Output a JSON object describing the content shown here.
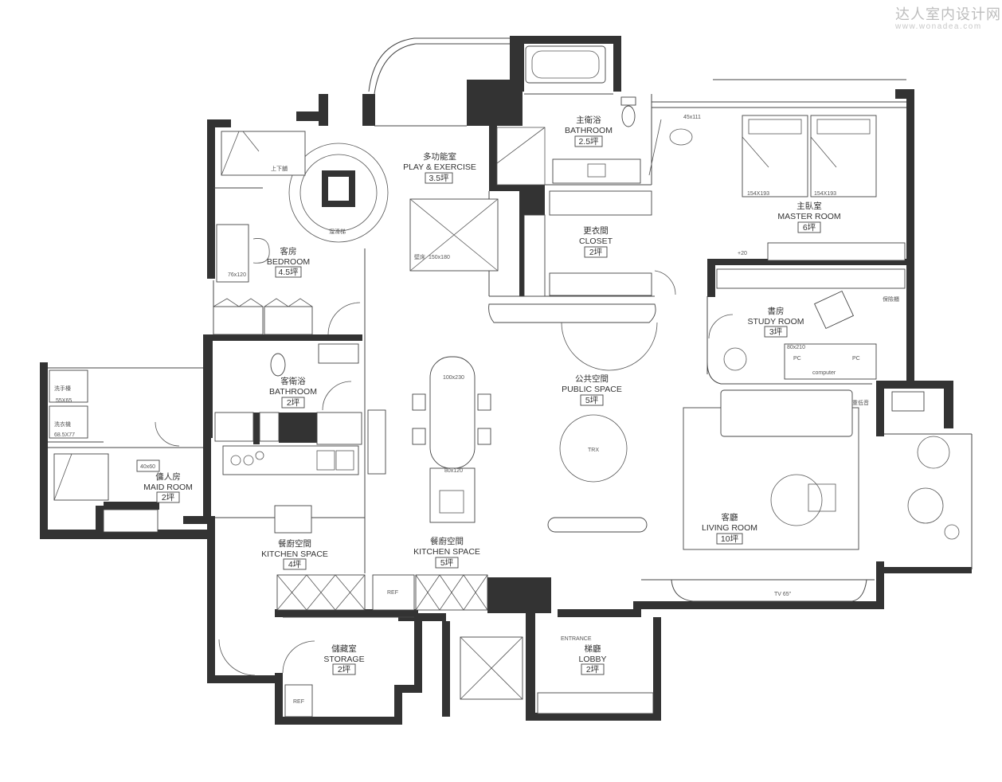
{
  "watermark": {
    "site_cn": "达人室内设计网",
    "url": "www.wonadea.com"
  },
  "rooms": [
    {
      "id": "play",
      "cn": "多功能室",
      "en": "PLAY & EXERCISE",
      "area": "3.5坪"
    },
    {
      "id": "bath_master",
      "cn": "主衛浴",
      "en": "BATHROOM",
      "area": "2.5坪"
    },
    {
      "id": "closet",
      "cn": "更衣間",
      "en": "CLOSET",
      "area": "2坪"
    },
    {
      "id": "master",
      "cn": "主臥室",
      "en": "MASTER ROOM",
      "area": "6坪"
    },
    {
      "id": "guest",
      "cn": "客房",
      "en": "BEDROOM",
      "area": "4.5坪"
    },
    {
      "id": "study",
      "cn": "書房",
      "en": "STUDY  ROOM",
      "area": "3坪"
    },
    {
      "id": "guest_bath",
      "cn": "客衛浴",
      "en": "BATHROOM",
      "area": "2坪"
    },
    {
      "id": "public",
      "cn": "公共空間",
      "en": "PUBLIC SPACE",
      "area": "5坪"
    },
    {
      "id": "maid",
      "cn": "傭人房",
      "en": "MAID ROOM",
      "area": "2坪"
    },
    {
      "id": "kitchen_a",
      "cn": "餐廚空間",
      "en": "KITCHEN SPACE",
      "area": "4坪"
    },
    {
      "id": "kitchen_b",
      "cn": "餐廚空間",
      "en": "KITCHEN SPACE",
      "area": "5坪"
    },
    {
      "id": "living",
      "cn": "客廳",
      "en": "LIVING ROOM",
      "area": "10坪"
    },
    {
      "id": "storage",
      "cn": "儲藏室",
      "en": "STORAGE",
      "area": "2坪"
    },
    {
      "id": "lobby",
      "cn": "梯廳",
      "en": "LOBBY",
      "area": "2坪"
    }
  ],
  "annotations": {
    "bunk": "上下舖",
    "slide": "溜滑梯",
    "wall_climb": "壁床",
    "play_dim": "150x180",
    "desk_guest": "76x120",
    "washer": "洗手檯",
    "washer_dim": "55X65",
    "dryer": "洗衣機",
    "dryer_dim": "68.5X77",
    "maid_bed": "40x60",
    "dining_table": "100x230",
    "island": "80x120",
    "trx": "TRX",
    "master_bed_l": "154X193",
    "master_bed_r": "154X193",
    "master_vanity": "45x111",
    "master_plus": "+20",
    "study_desk": "80x210",
    "pc_l": "PC",
    "pc_r": "PC",
    "computer": "computer",
    "safe_cabinet": "保險櫃",
    "low_cabinet": "重低音",
    "tv": "TV 65\"",
    "ref_kitchen": "REF",
    "ref_storage": "REF",
    "entrance": "ENTRANCE"
  }
}
